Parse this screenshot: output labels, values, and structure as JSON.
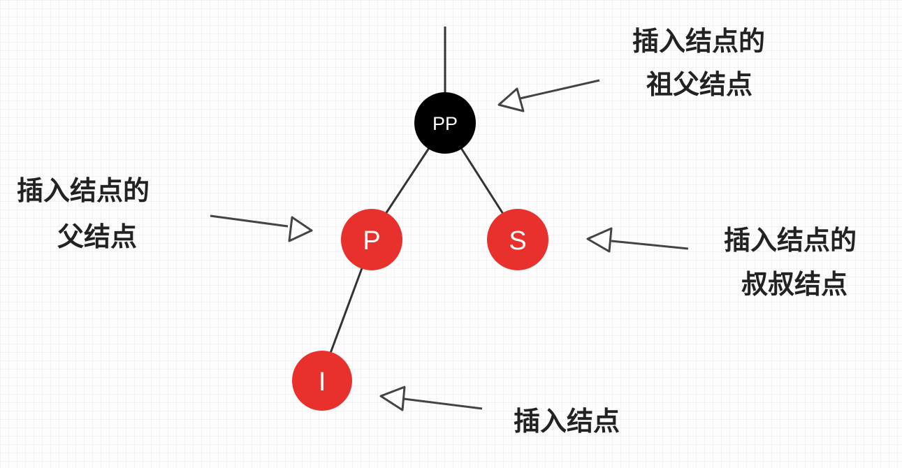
{
  "nodes": {
    "pp": {
      "label": "PP",
      "color": "#000000"
    },
    "p": {
      "label": "P",
      "color": "#e8312d"
    },
    "s": {
      "label": "S",
      "color": "#e8312d"
    },
    "i": {
      "label": "I",
      "color": "#e8312d"
    }
  },
  "captions": {
    "grandparent": {
      "line1": "插入结点的",
      "line2": "祖父结点"
    },
    "parent": {
      "line1": "插入结点的",
      "line2": "父结点"
    },
    "uncle": {
      "line1": "插入结点的",
      "line2": "叔叔结点"
    },
    "inserted": {
      "line1": "插入结点"
    }
  },
  "colors": {
    "text": "#222222",
    "edge": "#333333",
    "node_text": "#ffffff"
  }
}
